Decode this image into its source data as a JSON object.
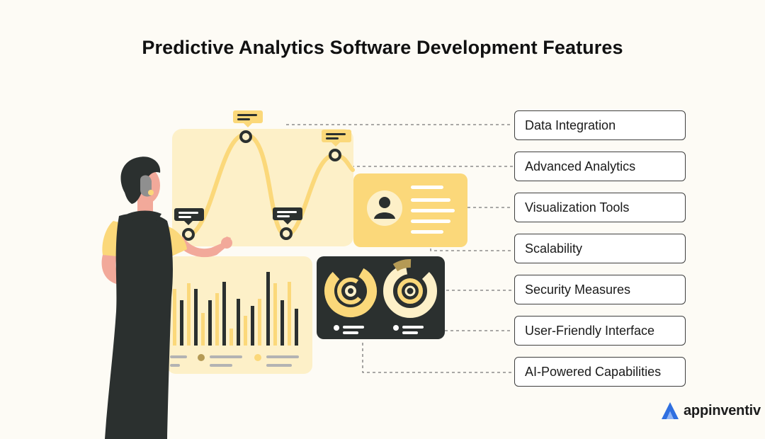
{
  "title": "Predictive Analytics Software Development Features",
  "features": [
    "Data Integration",
    "Advanced Analytics",
    "Visualization Tools",
    "Scalability",
    "Security Measures",
    "User-Friendly Interface",
    "AI-Powered Capabilities"
  ],
  "brand": {
    "name": "appinventiv",
    "icon": "appinventiv-logo-icon"
  },
  "colors": {
    "background": "#fdfbf5",
    "accent_yellow": "#fbd87a",
    "pale_yellow": "#fdf0c8",
    "dark": "#2b302f",
    "gold": "#b59a55",
    "skin": "#f2a99a",
    "brand_blue": "#2f6fe0"
  }
}
